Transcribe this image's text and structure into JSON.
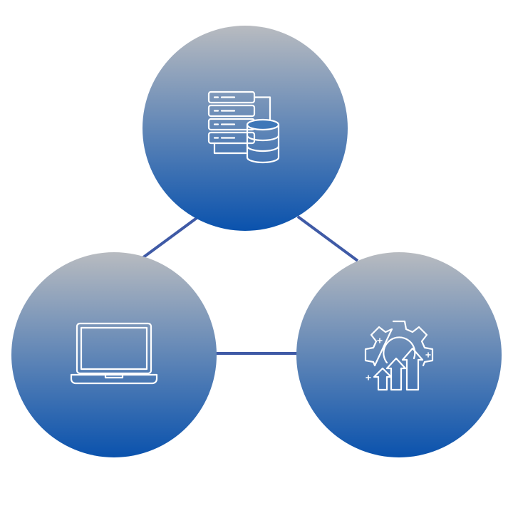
{
  "colors": {
    "background": "#ffffff",
    "node_gradient_top": "#b8bbc0",
    "node_gradient_bottom": "#0a52ad",
    "connector": "#3f5aa6",
    "icon_stroke": "#ffffff"
  },
  "nodes": [
    {
      "id": "top",
      "icon": "server-database-icon"
    },
    {
      "id": "left",
      "icon": "laptop-icon"
    },
    {
      "id": "right",
      "icon": "gear-growth-arrows-icon"
    }
  ],
  "connections": [
    {
      "from": "top",
      "to": "left"
    },
    {
      "from": "top",
      "to": "right"
    },
    {
      "from": "left",
      "to": "right"
    }
  ]
}
